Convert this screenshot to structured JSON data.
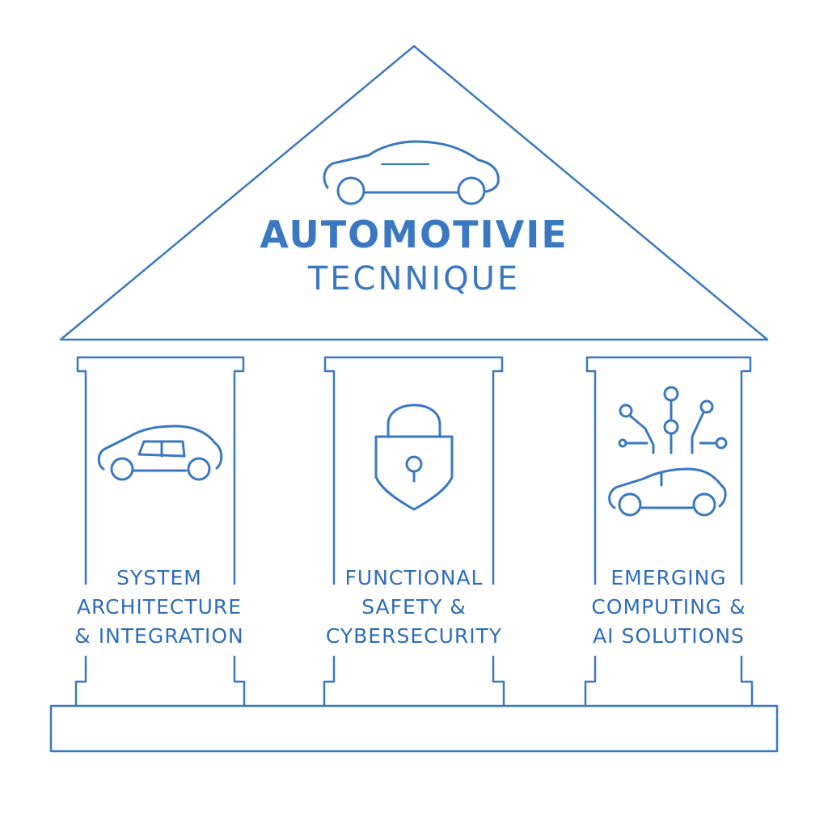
{
  "roof": {
    "title": "AUTOMOTIVIE",
    "subtitle": "TECNNIQUE",
    "icon": "car-icon"
  },
  "pillars": [
    {
      "icon": "car-architecture-icon",
      "label_lines": [
        "SYSTEM",
        "ARCHITECTURE",
        "& INTEGRATION"
      ]
    },
    {
      "icon": "padlock-shield-icon",
      "label_lines": [
        "FUNCTIONAL",
        "SAFETY &",
        "CYBERSECURITY"
      ]
    },
    {
      "icon": "ai-circuit-car-icon",
      "label_lines": [
        "EMERGING",
        "COMPUTING &",
        "AI SOLUTIONS"
      ]
    }
  ],
  "colors": {
    "accent": "#3a78c2",
    "background": "#ffffff"
  }
}
